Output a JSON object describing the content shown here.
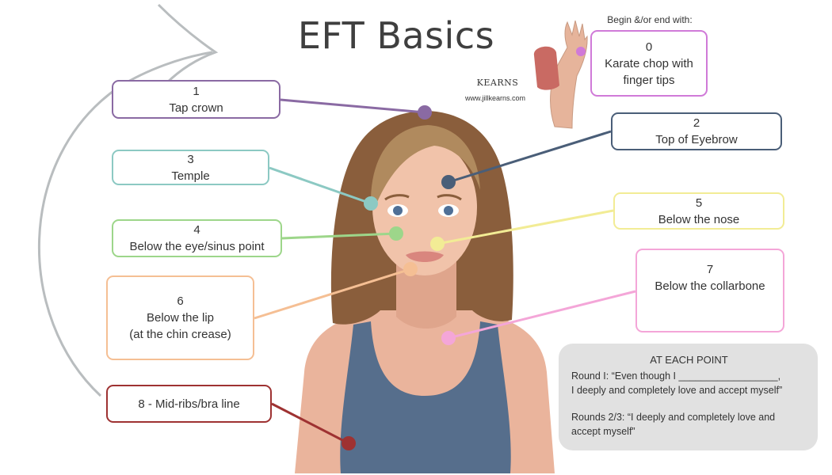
{
  "title": "EFT Basics",
  "begin_note": "Begin &/or end with:",
  "brand": {
    "name": "KEARNS",
    "url": "www.jillkearns.com"
  },
  "points": [
    {
      "num": "1",
      "label": "Tap crown",
      "color": "#8a6aa3"
    },
    {
      "num": "3",
      "label": "Temple",
      "color": "#8cc9c3"
    },
    {
      "num": "4",
      "label": "Below the eye/sinus point",
      "color": "#9dd68a"
    },
    {
      "num": "6",
      "label": "Below the lip",
      "label2": "(at the chin crease)",
      "color": "#f5bf94"
    },
    {
      "num": "",
      "label": "8 - Mid-ribs/bra line",
      "color": "#9e3232"
    },
    {
      "num": "0",
      "label": "Karate chop with",
      "label2": "finger tips",
      "color": "#d07ad8"
    },
    {
      "num": "2",
      "label": "Top of Eyebrow",
      "color": "#4a5e78"
    },
    {
      "num": "5",
      "label": "Below the nose",
      "color": "#f2ec95"
    },
    {
      "num": "7",
      "label": "Below the collarbone",
      "color": "#f4a6d8"
    }
  ],
  "panel": {
    "heading": "AT EACH POINT",
    "round1": "Round I:   “Even though I __________________,",
    "round1b": "I deeply and completely love and accept myself”",
    "round23": "Rounds 2/3:   “I deeply and completely love and",
    "round23b": "accept myself”"
  }
}
